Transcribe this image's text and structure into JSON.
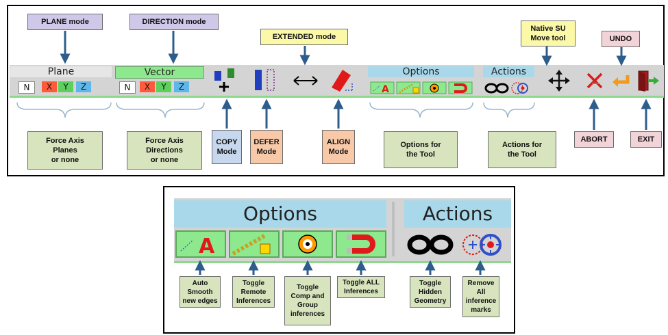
{
  "toolbar": {
    "plane": {
      "title": "Plane",
      "segments": [
        "N",
        "X",
        "Y",
        "Z"
      ]
    },
    "vector": {
      "title": "Vector",
      "segments": [
        "N",
        "X",
        "Y",
        "Z"
      ]
    },
    "options_title": "Options",
    "actions_title": "Actions"
  },
  "callouts_top": {
    "plane_mode": "PLANE mode",
    "direction_mode": "DIRECTION mode",
    "extended_mode": "EXTENDED mode",
    "native_su": "Native SU\nMove tool",
    "undo": "UNDO"
  },
  "callouts_bottom": {
    "force_planes": "Force Axis\nPlanes\nor none",
    "force_directions": "Force Axis\nDirections\nor none",
    "copy": "COPY\nMode",
    "defer": "DEFER\nMode",
    "align": "ALIGN\nMode",
    "options_tool": "Options for\nthe Tool",
    "actions_tool": "Actions for\nthe Tool",
    "abort": "ABORT",
    "exit": "EXIT"
  },
  "detail": {
    "options_title": "Options",
    "actions_title": "Actions",
    "labels": {
      "auto_smooth": "Auto\nSmooth\nnew edges",
      "toggle_remote": "Toggle\nRemote\nInferences",
      "toggle_comp": "Toggle\nComp and\nGroup\ninferences",
      "toggle_all": "Toggle ALL\nInferences",
      "toggle_hidden": "Toggle\nHidden\nGeometry",
      "remove_marks": "Remove\nAll\ninference\nmarks"
    }
  },
  "colors": {
    "arrow": "#2e5d8c",
    "toolbar_bg": "#d4d4d4",
    "vector_header": "#8ee88e",
    "plane_header": "#e6e6e6",
    "options_header": "#a8d8ea",
    "seg_x": "#ff5b3b",
    "seg_y": "#5ccf5c",
    "seg_z": "#5fb6e8"
  }
}
